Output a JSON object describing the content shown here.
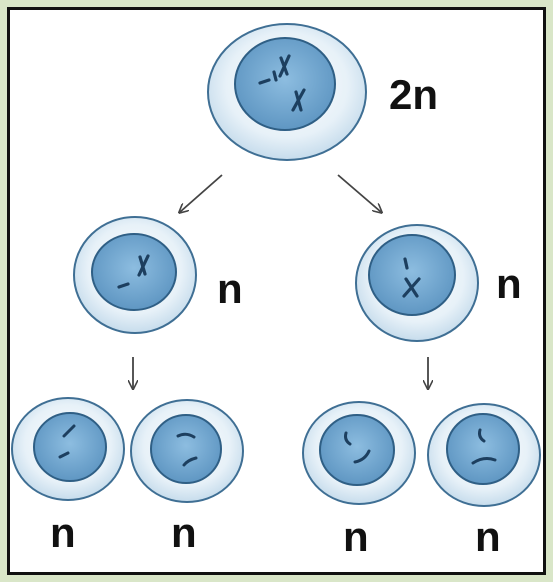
{
  "diagram": {
    "parent_label": "2n",
    "first_division_labels": [
      "n",
      "n"
    ],
    "second_division_labels": [
      "n",
      "n",
      "n",
      "n"
    ]
  },
  "colors": {
    "outer_cell_fill": "#d4e6f1",
    "outer_cell_stroke": "#3f6f94",
    "nucleus_fill": "#6fa5cf",
    "nucleus_stroke": "#2f5f85",
    "chromosome": "#1d3f5f",
    "arrow": "#444444",
    "frame_border": "#111111",
    "frame_background": "#d9e6c8"
  }
}
